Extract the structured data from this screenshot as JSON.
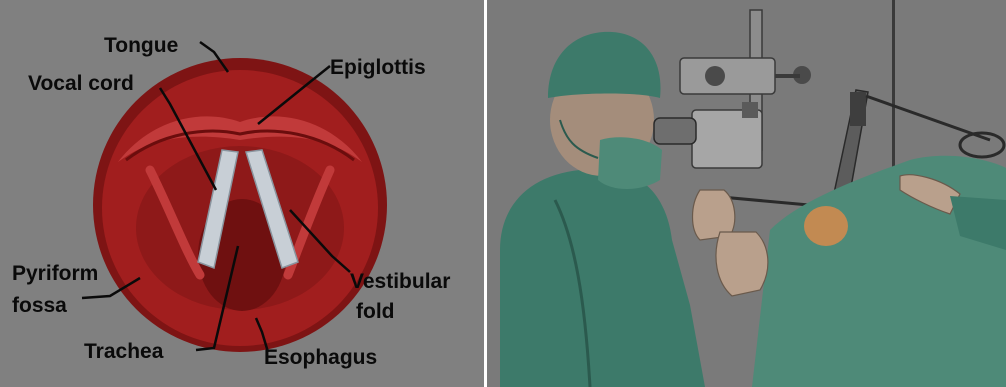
{
  "larynx_diagram": {
    "labels": {
      "tongue": "Tongue",
      "epiglottis": "Epiglottis",
      "vocal_cord": "Vocal cord",
      "vestibular_fold_line1": "Vestibular",
      "vestibular_fold_line2": "fold",
      "pyriform_fossa_line1": "Pyriform",
      "pyriform_fossa_line2": "fossa",
      "trachea": "Trachea",
      "esophagus": "Esophagus"
    },
    "colors": {
      "background": "#808080",
      "tissue_dark": "#7e1414",
      "tissue": "#a11e1e",
      "cord": "#c8cfd6",
      "leader": "#0a0a0a"
    }
  },
  "surgery_illustration": {
    "colors": {
      "background": "#7a7a7a",
      "scrubs": "#3d7a6a",
      "drape": "#4e8a78",
      "skin": "#b9a08c",
      "microscope": "#8c8c8c"
    }
  }
}
